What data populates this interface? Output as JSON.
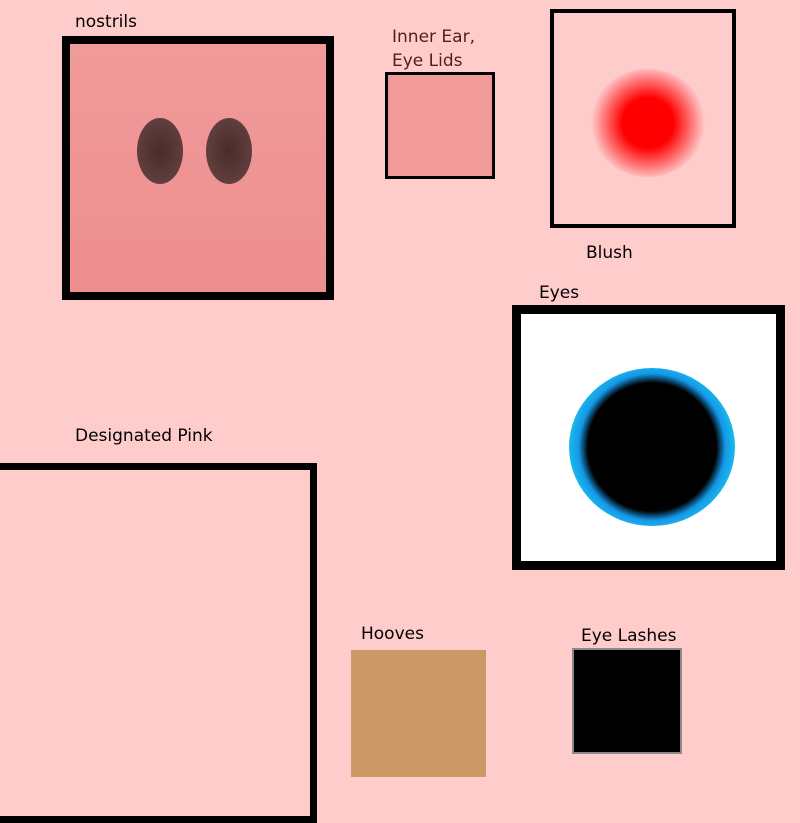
{
  "colors": {
    "background": "#ffcccc",
    "skin": "#f09a9a",
    "inner_ear": "#f09a9a",
    "nostril": "#4a2a2a",
    "blush": "#ff0000",
    "eye_white": "#ffffff",
    "iris": "#1ad2ee",
    "iris_deep": "#1597e8",
    "pupil": "#000000",
    "designated_pink": "#ffcccc",
    "hooves": "#cc9966",
    "eye_lashes": "#000000"
  },
  "labels": {
    "nostrils": "nostrils",
    "inner_ear_line1": "Inner Ear,",
    "inner_ear_line2": "Eye Lids",
    "blush": "Blush",
    "eyes": "Eyes",
    "designated_pink": "Designated Pink",
    "hooves": "Hooves",
    "eye_lashes": "Eye Lashes"
  }
}
